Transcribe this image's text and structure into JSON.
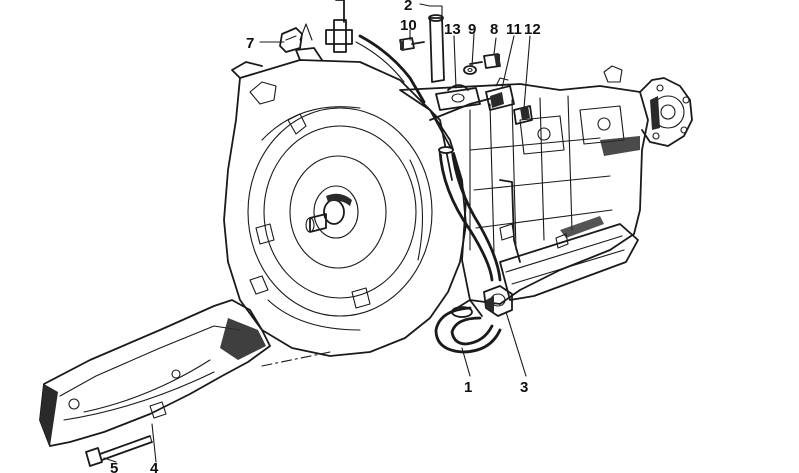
{
  "diagram": {
    "ink_color": "#1a1a1a",
    "background": "#ffffff",
    "labels": [
      {
        "id": "label-1",
        "text": "1"
      },
      {
        "id": "label-2",
        "text": "2"
      },
      {
        "id": "label-3",
        "text": "3"
      },
      {
        "id": "label-4",
        "text": "4"
      },
      {
        "id": "label-5",
        "text": "5"
      },
      {
        "id": "label-7",
        "text": "7"
      },
      {
        "id": "label-8",
        "text": "8"
      },
      {
        "id": "label-9",
        "text": "9"
      },
      {
        "id": "label-10",
        "text": "10"
      },
      {
        "id": "label-11",
        "text": "11"
      },
      {
        "id": "label-12",
        "text": "12"
      },
      {
        "id": "label-13",
        "text": "13"
      }
    ]
  }
}
